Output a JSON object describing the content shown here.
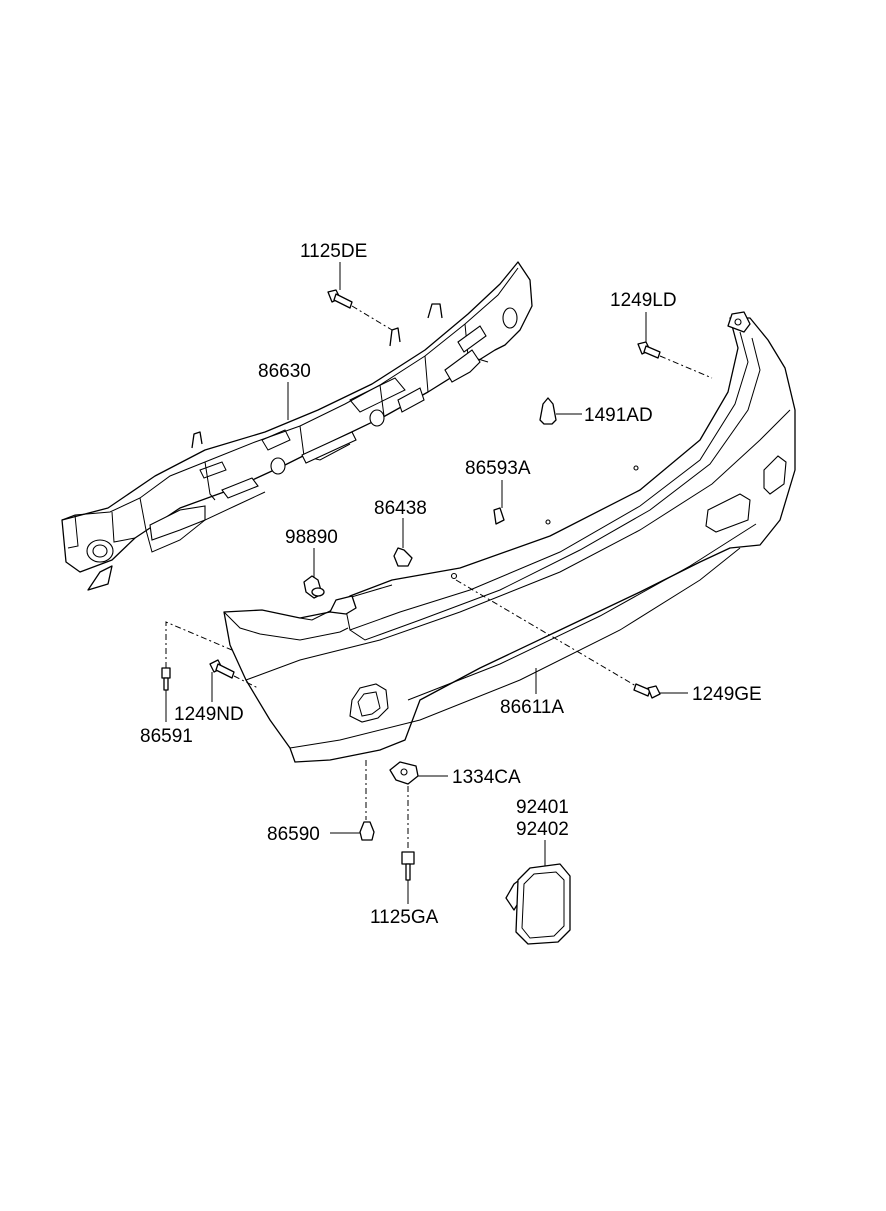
{
  "diagram": {
    "labels": {
      "l_1125DE": "1125DE",
      "l_86630": "86630",
      "l_1249LD": "1249LD",
      "l_1491AD": "1491AD",
      "l_86593A": "86593A",
      "l_86438": "86438",
      "l_98890": "98890",
      "l_1249ND": "1249ND",
      "l_86591": "86591",
      "l_86611A": "86611A",
      "l_1249GE": "1249GE",
      "l_1334CA": "1334CA",
      "l_92401": "92401",
      "l_92402": "92402",
      "l_86590": "86590",
      "l_1125GA": "1125GA"
    },
    "parts": [
      "bumper-beam",
      "bumper-cover",
      "tow-hook-cover",
      "bolt",
      "screw",
      "clip",
      "retainer",
      "nut"
    ]
  }
}
